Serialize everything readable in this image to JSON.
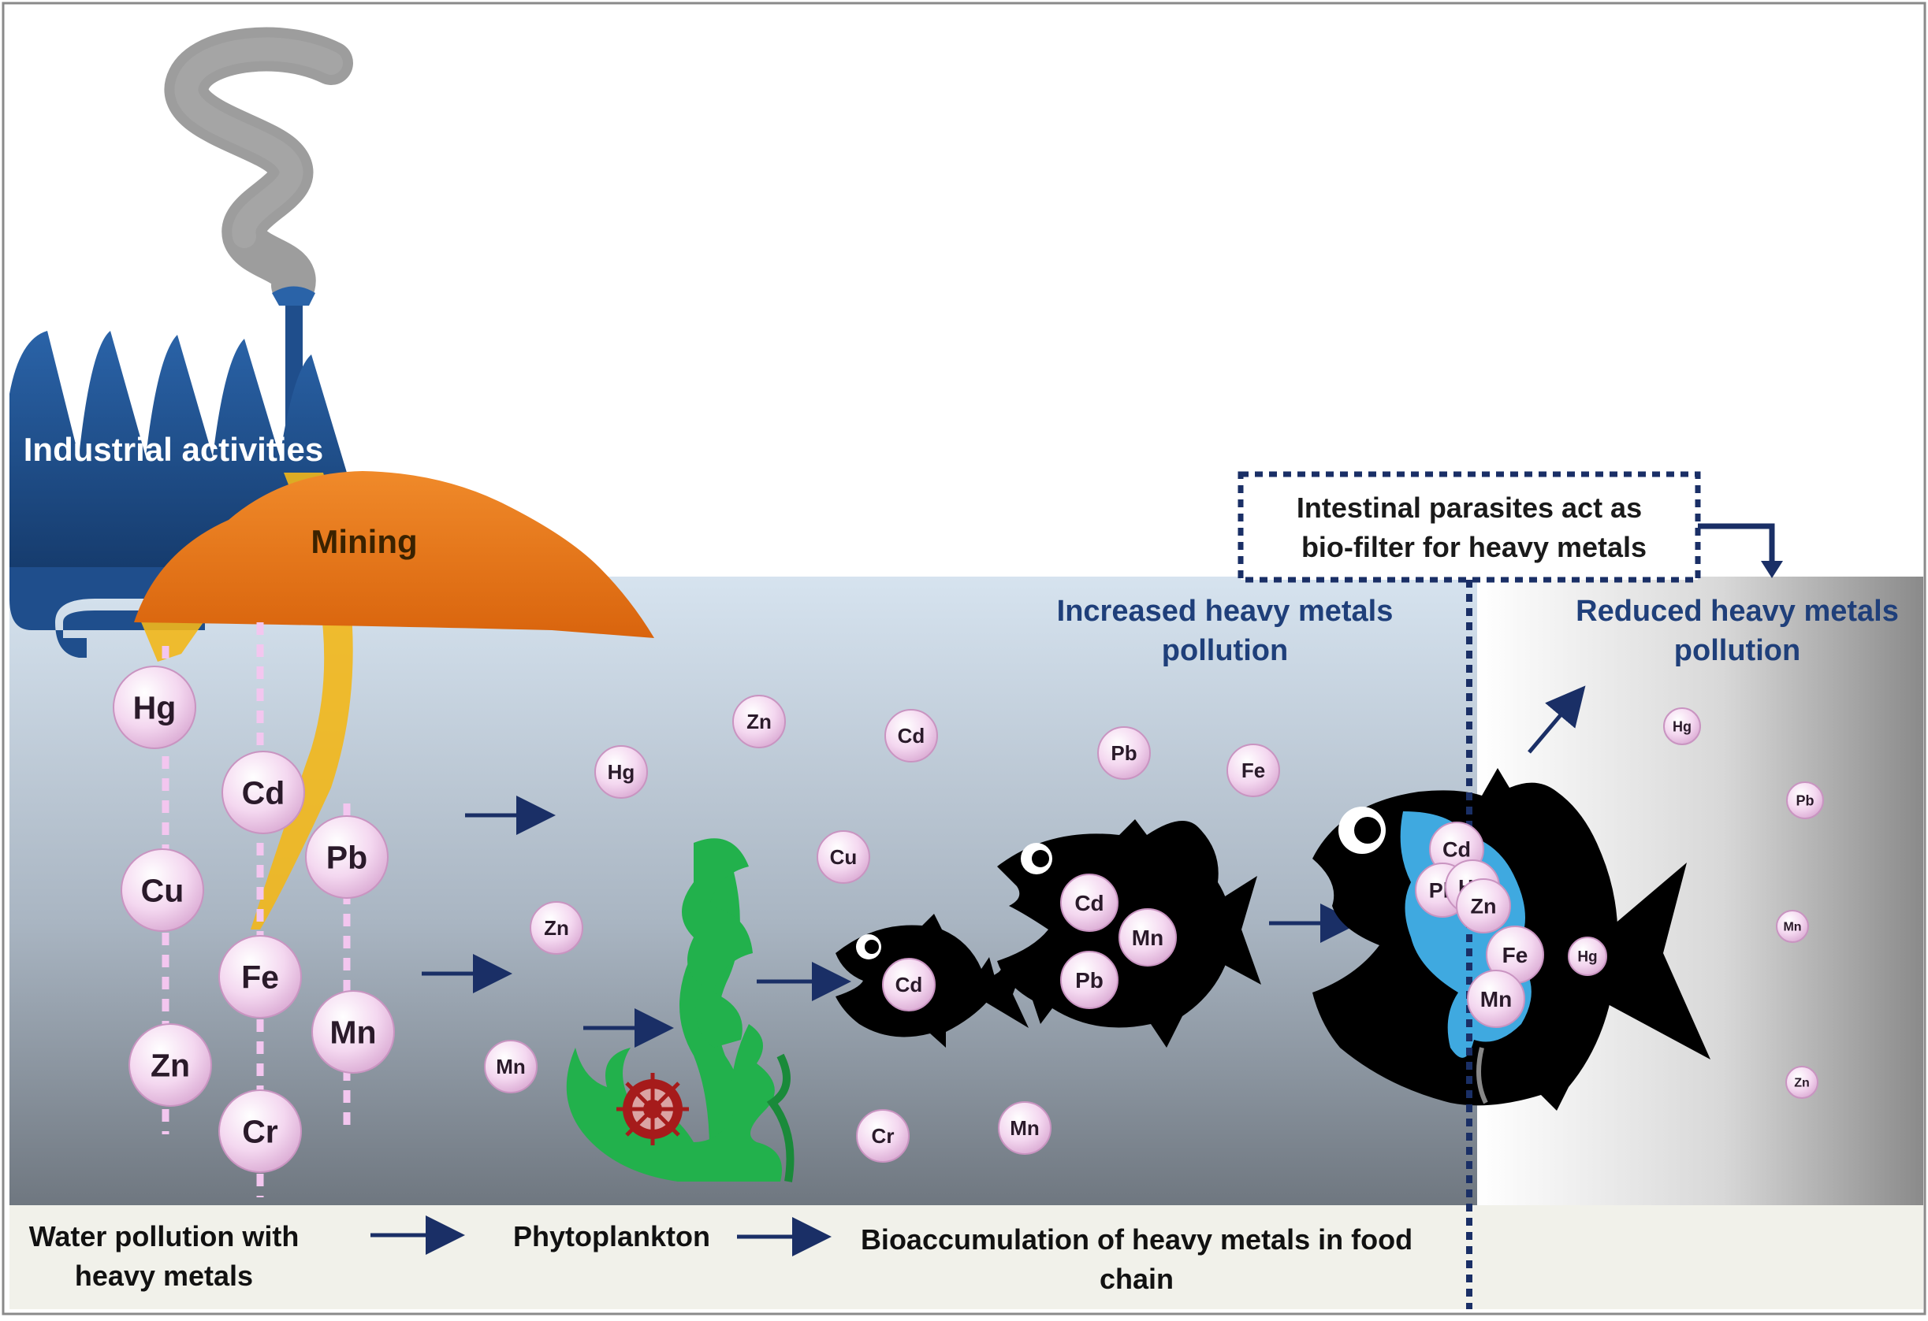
{
  "labels": {
    "industrial": "Industrial activities",
    "mining": "Mining",
    "increased_line1": "Increased heavy metals",
    "increased_line2": "pollution",
    "reduced_line1": "Reduced heavy metals",
    "reduced_line2": "pollution",
    "parasite_line1": "Intestinal parasites  act as",
    "parasite_line2": "bio-filter for heavy metals"
  },
  "footer": {
    "water_line1": "Water pollution with",
    "water_line2": "heavy metals",
    "phyto": "Phytoplankton",
    "bio_line1": "Bioaccumulation of heavy metals in food",
    "bio_line2": "chain"
  },
  "metals": {
    "column": [
      "Hg",
      "Cd",
      "Pb",
      "Cu",
      "Fe",
      "Mn",
      "Zn",
      "Cr"
    ],
    "water": [
      "Zn",
      "Cd",
      "Pb",
      "Fe",
      "Hg",
      "Cu",
      "Zn",
      "Mn",
      "Cr",
      "Mn"
    ],
    "fish_small": [
      "Cd"
    ],
    "fish_medium": [
      "Cd",
      "Mn",
      "Pb"
    ],
    "fish_large": [
      "Cd",
      "Pb",
      "Hg",
      "Zn",
      "Fe",
      "Mn",
      "Hg"
    ],
    "reduced": [
      "Hg",
      "Pb",
      "Mn",
      "Zn"
    ]
  },
  "colors": {
    "factory": "#1f4e8c",
    "mining": "#e57418",
    "seaweed": "#22b14c",
    "parasite": "#3fa9e0",
    "title_blue": "#1f3f7a",
    "arrow": "#1a2f66"
  }
}
